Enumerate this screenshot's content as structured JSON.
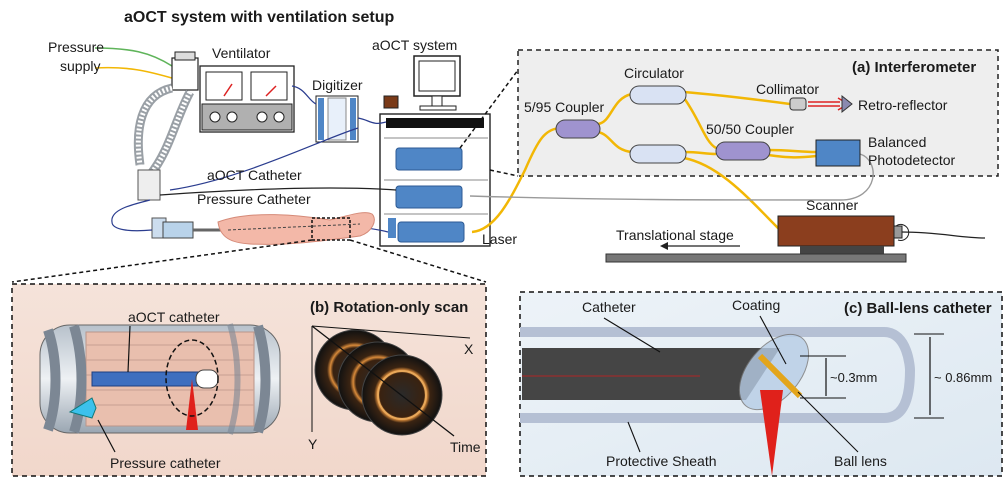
{
  "title": "aOCT system with ventilation setup",
  "setup": {
    "pressure_supply": [
      "Pressure",
      "supply"
    ],
    "ventilator": "Ventilator",
    "digitizer": "Digitizer",
    "aoct_system": "aOCT system",
    "aoct_catheter": "aOCT Catheter",
    "pressure_catheter": "Pressure Catheter",
    "laser": "Laser"
  },
  "interferometer": {
    "title": "(a) Interferometer",
    "circulator": "Circulator",
    "collimator": "Collimator",
    "coupler_595": "5/95 Coupler",
    "retro_reflector": "Retro-reflector",
    "coupler_5050": "50/50 Coupler",
    "photodetector": [
      "Balanced",
      "Photodetector"
    ],
    "scanner": "Scanner",
    "stage": "Translational stage"
  },
  "rotation": {
    "title": "(b) Rotation-only scan",
    "aoct_catheter": "aOCT catheter",
    "pressure_catheter": "Pressure catheter",
    "axis_x": "X",
    "axis_y": "Y",
    "axis_time": "Time"
  },
  "balllens": {
    "title": "(c) Ball-lens catheter",
    "catheter": "Catheter",
    "coating": "Coating",
    "dim_inner": "~0.3mm",
    "dim_outer": "~ 0.86mm",
    "sheath": "Protective Sheath",
    "ball_lens": "Ball lens"
  },
  "colors": {
    "fiber": "#f2b705",
    "box_blue": "#4f86c6",
    "coupler_purple": "#9f93cf",
    "circulator_blue": "#d9e2f3",
    "panel_gray": "#eeeeee",
    "tissue_pink": "#f3b8a8",
    "beam_red": "#e0211b"
  }
}
